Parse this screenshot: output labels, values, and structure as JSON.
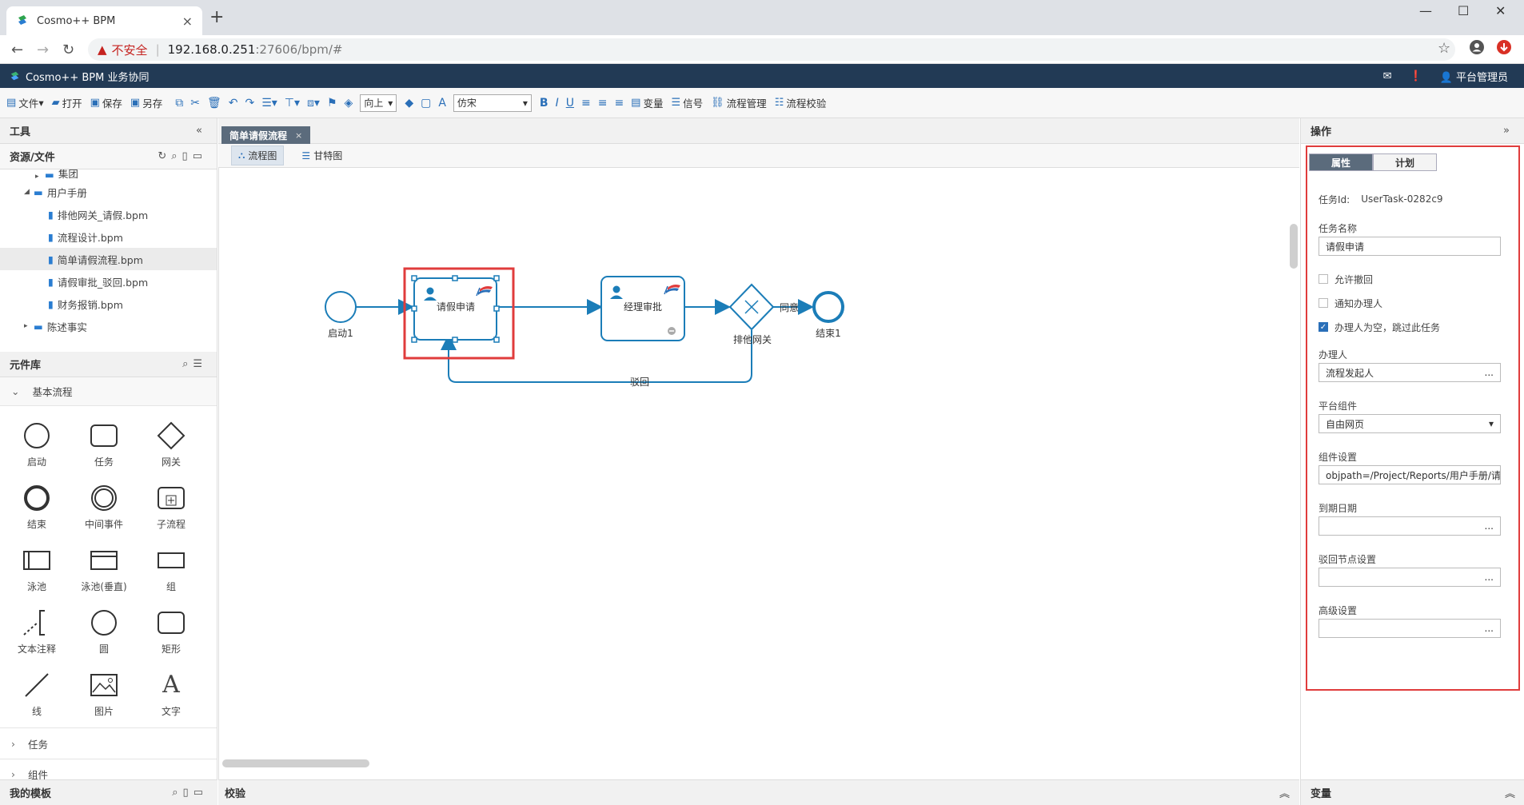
{
  "browser": {
    "tab_title": "Cosmo++ BPM",
    "tab_close": "×",
    "new_tab": "+",
    "security_label": "不安全",
    "url_host": "192.168.0.251",
    "url_path": ":27606/bpm/#"
  },
  "app": {
    "title": "Cosmo++ BPM 业务协同",
    "user": "平台管理员"
  },
  "toolbar": {
    "file": "文件",
    "open": "打开",
    "save": "保存",
    "save_as": "另存",
    "align_select": "向上",
    "font_select": "仿宋",
    "variable": "变量",
    "signal": "信号",
    "process_mgmt": "流程管理",
    "process_check": "流程校验"
  },
  "left": {
    "tools_title": "工具",
    "resources_title": "资源/文件",
    "tree": [
      {
        "label": "集团",
        "type": "folder"
      },
      {
        "label": "用户手册",
        "type": "folder"
      },
      {
        "label": "排他网关_请假.bpm",
        "type": "file"
      },
      {
        "label": "流程设计.bpm",
        "type": "file"
      },
      {
        "label": "简单请假流程.bpm",
        "type": "file"
      },
      {
        "label": "请假审批_驳回.bpm",
        "type": "file"
      },
      {
        "label": "财务报销.bpm",
        "type": "file"
      },
      {
        "label": "陈述事实",
        "type": "folder"
      }
    ],
    "components_title": "元件库",
    "basic_section": "基本流程",
    "palette": [
      "启动",
      "任务",
      "网关",
      "结束",
      "中间事件",
      "子流程",
      "泳池",
      "泳池(垂直)",
      "组",
      "文本注释",
      "圆",
      "矩形",
      "线",
      "图片",
      "文字"
    ],
    "task_section": "任务",
    "component_section": "组件",
    "my_templates": "我的模板"
  },
  "center": {
    "doc_tab": "简单请假流程",
    "view_flow": "流程图",
    "view_gantt": "甘特图",
    "diagram": {
      "start_label": "启动1",
      "task1_label": "请假申请",
      "task2_label": "经理审批",
      "gateway_label": "排他网关",
      "agree_label": "同意",
      "end_label": "结束1",
      "reject_label": "驳回"
    },
    "check_title": "校验"
  },
  "right": {
    "title": "操作",
    "tab_props": "属性",
    "tab_plan": "计划",
    "task_id_label": "任务Id:",
    "task_id_value": "UserTask-0282c9",
    "task_name_label": "任务名称",
    "task_name_value": "请假申请",
    "allow_revoke": "允许撤回",
    "notify_handler": "通知办理人",
    "skip_if_empty": "办理人为空，跳过此任务",
    "handler_label": "办理人",
    "handler_value": "流程发起人",
    "platform_comp_label": "平台组件",
    "platform_comp_value": "自由网页",
    "comp_settings_label": "组件设置",
    "comp_settings_value": "objpath=/Project/Reports/用户手册/请假",
    "due_date_label": "到期日期",
    "reject_node_label": "驳回节点设置",
    "advanced_label": "高级设置",
    "ellipsis": "...",
    "variables_title": "变量"
  }
}
